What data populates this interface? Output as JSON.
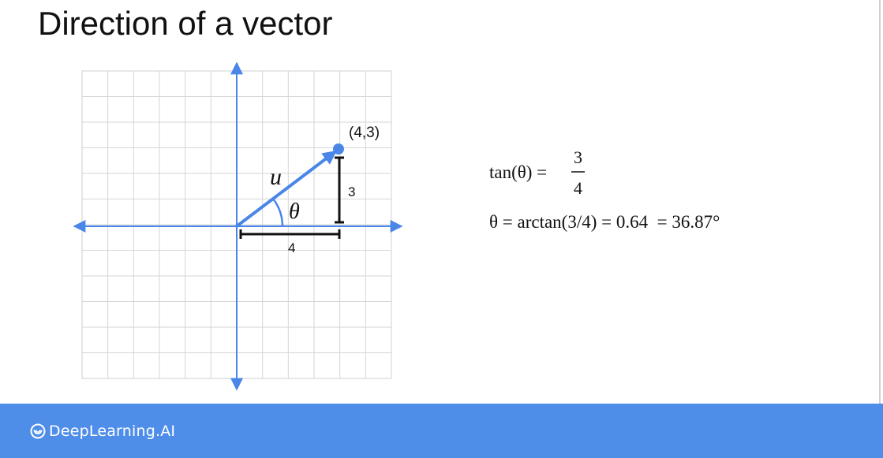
{
  "slide": {
    "title": "Direction of a vector"
  },
  "diagram": {
    "point_label": "(4,3)",
    "vector_label": "u",
    "angle_label": "θ",
    "vertical_leg_label": "3",
    "horizontal_leg_label": "4",
    "vector_tip": [
      4,
      3
    ]
  },
  "equations": {
    "tan_lhs": "tan(θ) =",
    "tan_num": "3",
    "tan_den": "4",
    "arctan_line": "θ = arctan(3/4) = 0.64  = 36.87°"
  },
  "footer": {
    "brand": "DeepLearning.AI"
  },
  "colors": {
    "accent": "#4a86e8",
    "footer_bg": "#4f8ee8"
  }
}
